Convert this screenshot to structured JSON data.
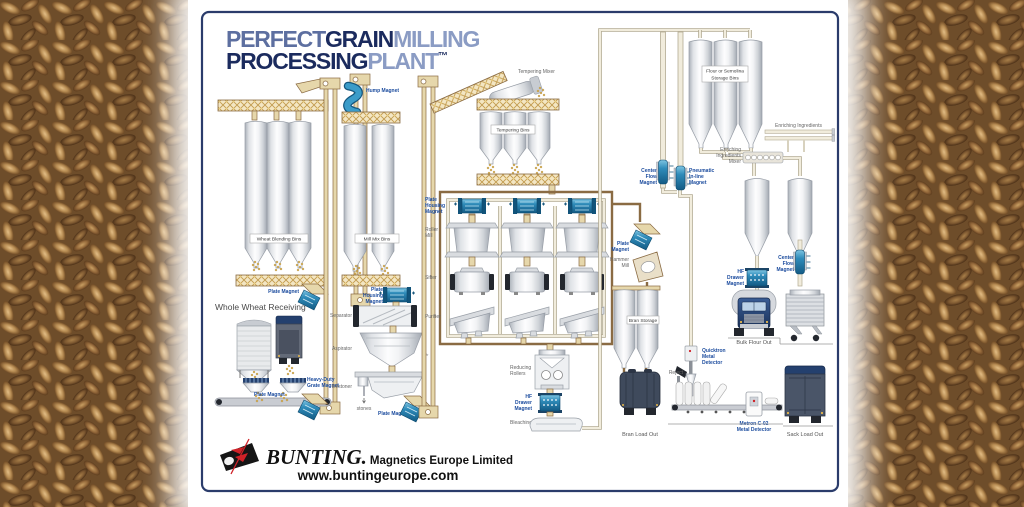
{
  "title": {
    "part1": "PERFECT",
    "part2": "GRAIN",
    "part3": "MILLING",
    "part4": "PROCESSING",
    "part5": "PLANT",
    "trademark": "™"
  },
  "labels": {
    "wheat_blending_bins": "Wheat Blending Bins",
    "mill_mix_bins": "Mill Mix Bins",
    "tempering_bins": "Tempering Bins",
    "tempering_mixer": "Tempering Mixer",
    "hump_magnet": "Hump Magnet",
    "plate_magnet": "Plate Magnet",
    "plate_magnet_lines": [
      "Plate",
      "Magnet"
    ],
    "plate_housing_magnet": [
      "Plate",
      "Housing",
      "Magnet"
    ],
    "whole_wheat_receiving": "Whole Wheat Receiving",
    "heavy_duty_grate_magnet": [
      "Heavy-Duty",
      "Grate Magnet"
    ],
    "separator": "Separator",
    "aspirator": "Aspirator",
    "destoner": "Destoner",
    "stones": "stones",
    "air": "air",
    "roller_mill": [
      "Roller",
      "Mill"
    ],
    "sifter": "Sifter",
    "purifier": "Purifier",
    "hammer_mill": [
      "Hammer",
      "Mill"
    ],
    "bran_storage": "Bran Storage",
    "bran_load_out": "Bran Load Out",
    "reducing_rollers": [
      "Reducing",
      "Rollers"
    ],
    "hf_drawer_magnet": [
      "HF",
      "Drawer",
      "Magnet"
    ],
    "bleaching": "Bleaching",
    "center_flow_magnet": [
      "Center",
      "Flow",
      "Magnet"
    ],
    "pneumatic_inline_magnet": [
      "Pneumatic",
      "In-line",
      "Magnet"
    ],
    "flour_storage": [
      "Flour or Semolina",
      "Storage Bins"
    ],
    "enriching_ingredients": "Enriching Ingredients",
    "enriching_ingredients_mixer": [
      "Enriching",
      "Ingredients",
      "Mixer"
    ],
    "quicktron_metal_detector": [
      "Quicktron",
      "Metal",
      "Detector"
    ],
    "reject": "Reject",
    "metron_metal_detector": [
      "Metron C-02",
      "Metal Detector"
    ],
    "bulk_flour_out": "Bulk Flour Out",
    "sack_load_out": "Sack Load Out"
  },
  "footer": {
    "brand": "BUNTING",
    "brand_period": ".",
    "tagline": "Magnetics Europe Limited",
    "website": "www.buntingeurope.com"
  },
  "colors": {
    "border_navy": "#2b3c6b",
    "title_dark": "#1b2b5e",
    "title_light": "#5d6fa0",
    "title_lighter": "#8b9cc4",
    "magnet_label_blue": "#1c4c9e",
    "magnet_teal": "#2f8cba",
    "accent_red": "#cf2127",
    "grain_gold": "#e6bd62",
    "pipe_brown": "#8a6b43"
  }
}
